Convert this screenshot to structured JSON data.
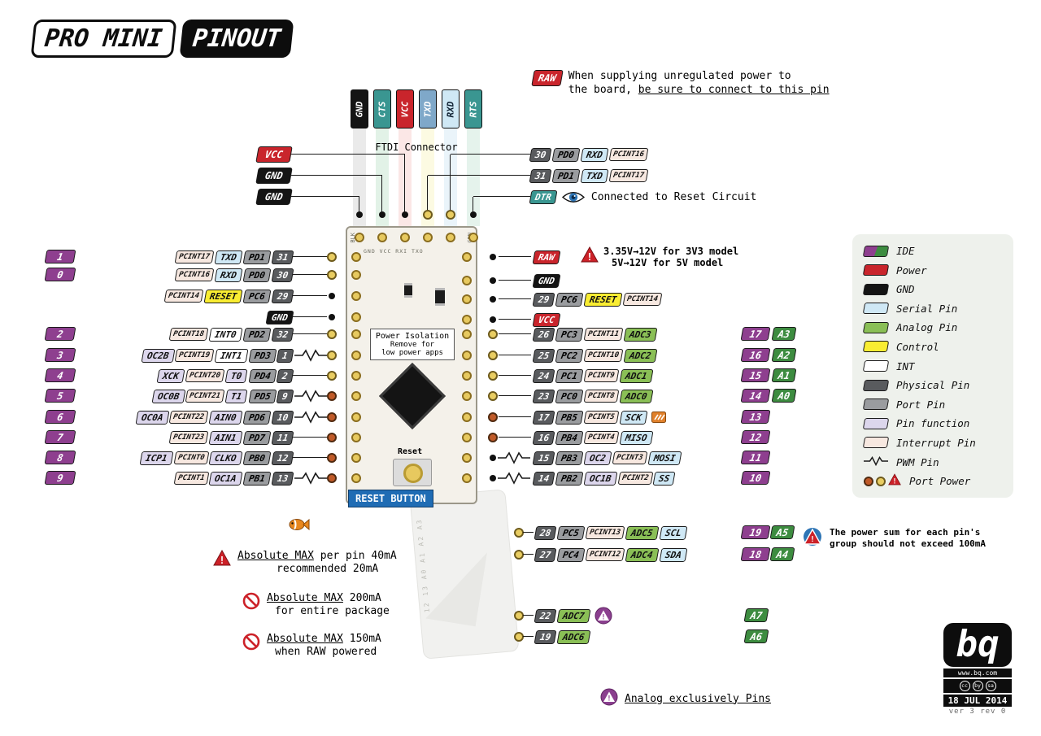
{
  "title": {
    "left": "PRO MINI",
    "right": "PINOUT"
  },
  "colors": {
    "ide": "#8e3f8f",
    "abadge": "#3d8c40",
    "power": "#c9252c",
    "gnd": "#141414",
    "serial": "#cfe8f5",
    "analog": "#8abf56",
    "control": "#f9ed32",
    "int": "#ffffff",
    "phys": "#595b5e",
    "port": "#9a9c9f",
    "func": "#dcd6ec",
    "pcint": "#f7e8e0",
    "teal": "#3a9691",
    "steel": "#7fa8c9",
    "gold_pad": "#e7c95f",
    "orange_pad": "#c05a28",
    "board": "#f4f1ea",
    "legend_bg": "#eef1ec",
    "reset_blue": "#1f6cb4"
  },
  "raw_note": {
    "badge": "RAW",
    "line1": "When supplying unregulated power to",
    "line2_pre": "the board, ",
    "line2_underline": "be sure to connect to this pin"
  },
  "ftdi": {
    "connector_label": "FTDI Connector",
    "pins": [
      {
        "label": "GND",
        "type": "gnd"
      },
      {
        "label": "CTS",
        "type": "teal"
      },
      {
        "label": "VCC",
        "type": "power"
      },
      {
        "label": "TXD",
        "type": "steel"
      },
      {
        "label": "RXD",
        "type": "serial"
      },
      {
        "label": "RTS",
        "type": "teal"
      }
    ],
    "left_labels": [
      {
        "label": "VCC",
        "type": "power"
      },
      {
        "label": "GND",
        "type": "gnd"
      },
      {
        "label": "GND",
        "type": "gnd"
      }
    ],
    "right_rows": [
      {
        "tags": [
          {
            "t": "phys",
            "x": "30"
          },
          {
            "t": "port",
            "x": "PD0"
          },
          {
            "t": "serial",
            "x": "RXD"
          },
          {
            "t": "pcint",
            "x": "PCINT16"
          }
        ]
      },
      {
        "tags": [
          {
            "t": "phys",
            "x": "31"
          },
          {
            "t": "port",
            "x": "PD1"
          },
          {
            "t": "serial",
            "x": "TXD"
          },
          {
            "t": "pcint",
            "x": "PCINT17"
          }
        ]
      },
      {
        "tags": [
          {
            "t": "teal",
            "x": "DTR"
          }
        ],
        "icon": "eye-icon",
        "note": "Connected to Reset Circuit"
      }
    ]
  },
  "left_rows": [
    {
      "ide": "1",
      "tags": [
        {
          "t": "pcint",
          "x": "PCINT17"
        },
        {
          "t": "serial",
          "x": "TXD"
        },
        {
          "t": "port",
          "x": "PD1"
        },
        {
          "t": "phys",
          "x": "31"
        }
      ],
      "dot": "gold"
    },
    {
      "ide": "0",
      "tags": [
        {
          "t": "pcint",
          "x": "PCINT16"
        },
        {
          "t": "serial",
          "x": "RXD"
        },
        {
          "t": "port",
          "x": "PD0"
        },
        {
          "t": "phys",
          "x": "30"
        }
      ],
      "dot": "gold"
    },
    {
      "tags": [
        {
          "t": "pcint",
          "x": "PCINT14"
        },
        {
          "t": "control",
          "x": "RESET"
        },
        {
          "t": "port",
          "x": "PC6"
        },
        {
          "t": "phys",
          "x": "29"
        }
      ],
      "dot": "black"
    },
    {
      "tags": [
        {
          "t": "gnd",
          "x": "GND"
        }
      ],
      "dot": "black"
    },
    {
      "ide": "2",
      "tags": [
        {
          "t": "pcint",
          "x": "PCINT18"
        },
        {
          "t": "int",
          "x": "INT0"
        },
        {
          "t": "port",
          "x": "PD2"
        },
        {
          "t": "phys",
          "x": "32"
        }
      ],
      "dot": "gold"
    },
    {
      "ide": "3",
      "tags": [
        {
          "t": "func",
          "x": "OC2B"
        },
        {
          "t": "pcint",
          "x": "PCINT19"
        },
        {
          "t": "int",
          "x": "INT1"
        },
        {
          "t": "port",
          "x": "PD3"
        },
        {
          "t": "phys",
          "x": "1"
        }
      ],
      "pwm": true,
      "dot": "gold"
    },
    {
      "ide": "4",
      "tags": [
        {
          "t": "func",
          "x": "XCK"
        },
        {
          "t": "pcint",
          "x": "PCINT20"
        },
        {
          "t": "func",
          "x": "T0"
        },
        {
          "t": "port",
          "x": "PD4"
        },
        {
          "t": "phys",
          "x": "2"
        }
      ],
      "dot": "gold"
    },
    {
      "ide": "5",
      "tags": [
        {
          "t": "func",
          "x": "OC0B"
        },
        {
          "t": "pcint",
          "x": "PCINT21"
        },
        {
          "t": "func",
          "x": "T1"
        },
        {
          "t": "port",
          "x": "PD5"
        },
        {
          "t": "phys",
          "x": "9"
        }
      ],
      "pwm": true,
      "dot": "orange"
    },
    {
      "ide": "6",
      "tags": [
        {
          "t": "func",
          "x": "OC0A"
        },
        {
          "t": "pcint",
          "x": "PCINT22"
        },
        {
          "t": "func",
          "x": "AIN0"
        },
        {
          "t": "port",
          "x": "PD6"
        },
        {
          "t": "phys",
          "x": "10"
        }
      ],
      "pwm": true,
      "dot": "orange"
    },
    {
      "ide": "7",
      "tags": [
        {
          "t": "pcint",
          "x": "PCINT23"
        },
        {
          "t": "func",
          "x": "AIN1"
        },
        {
          "t": "port",
          "x": "PD7"
        },
        {
          "t": "phys",
          "x": "11"
        }
      ],
      "dot": "orange"
    },
    {
      "ide": "8",
      "tags": [
        {
          "t": "func",
          "x": "ICP1"
        },
        {
          "t": "pcint",
          "x": "PCINT0"
        },
        {
          "t": "func",
          "x": "CLKO"
        },
        {
          "t": "port",
          "x": "PB0"
        },
        {
          "t": "phys",
          "x": "12"
        }
      ],
      "dot": "orange"
    },
    {
      "ide": "9",
      "tags": [
        {
          "t": "pcint",
          "x": "PCINT1"
        },
        {
          "t": "func",
          "x": "OC1A"
        },
        {
          "t": "port",
          "x": "PB1"
        },
        {
          "t": "phys",
          "x": "13"
        }
      ],
      "pwm": true,
      "dot": "orange"
    }
  ],
  "right_rows": [
    {
      "tags": [
        {
          "t": "power",
          "x": "RAW"
        }
      ],
      "dot": "black",
      "warn": {
        "line1": "3.35V→12V for 3V3 model",
        "line2": "5V→12V for  5V model"
      }
    },
    {
      "tags": [
        {
          "t": "gnd",
          "x": "GND"
        }
      ],
      "dot": "black"
    },
    {
      "tags": [
        {
          "t": "phys",
          "x": "29"
        },
        {
          "t": "port",
          "x": "PC6"
        },
        {
          "t": "control",
          "x": "RESET"
        },
        {
          "t": "pcint",
          "x": "PCINT14"
        }
      ],
      "dot": "black"
    },
    {
      "tags": [
        {
          "t": "power",
          "x": "VCC"
        }
      ],
      "dot": "black"
    },
    {
      "tags": [
        {
          "t": "phys",
          "x": "26"
        },
        {
          "t": "port",
          "x": "PC3"
        },
        {
          "t": "pcint",
          "x": "PCINT11"
        },
        {
          "t": "analog",
          "x": "ADC3"
        }
      ],
      "dot": "gold",
      "num": "17",
      "a": "A3"
    },
    {
      "tags": [
        {
          "t": "phys",
          "x": "25"
        },
        {
          "t": "port",
          "x": "PC2"
        },
        {
          "t": "pcint",
          "x": "PCINT10"
        },
        {
          "t": "analog",
          "x": "ADC2"
        }
      ],
      "dot": "gold",
      "num": "16",
      "a": "A2"
    },
    {
      "tags": [
        {
          "t": "phys",
          "x": "24"
        },
        {
          "t": "port",
          "x": "PC1"
        },
        {
          "t": "pcint",
          "x": "PCINT9"
        },
        {
          "t": "analog",
          "x": "ADC1"
        }
      ],
      "dot": "gold",
      "num": "15",
      "a": "A1"
    },
    {
      "tags": [
        {
          "t": "phys",
          "x": "23"
        },
        {
          "t": "port",
          "x": "PC0"
        },
        {
          "t": "pcint",
          "x": "PCINT8"
        },
        {
          "t": "analog",
          "x": "ADC0"
        }
      ],
      "dot": "gold",
      "num": "14",
      "a": "A0"
    },
    {
      "tags": [
        {
          "t": "phys",
          "x": "17"
        },
        {
          "t": "port",
          "x": "PB5"
        },
        {
          "t": "pcint",
          "x": "PCINT5"
        },
        {
          "t": "serial",
          "x": "SCK"
        }
      ],
      "icon": "clock-icon",
      "dot": "orange",
      "num": "13"
    },
    {
      "tags": [
        {
          "t": "phys",
          "x": "16"
        },
        {
          "t": "port",
          "x": "PB4"
        },
        {
          "t": "pcint",
          "x": "PCINT4"
        },
        {
          "t": "serial",
          "x": "MISO"
        }
      ],
      "dot": "orange",
      "num": "12"
    },
    {
      "tags": [
        {
          "t": "phys",
          "x": "15"
        },
        {
          "t": "port",
          "x": "PB3"
        },
        {
          "t": "func",
          "x": "OC2"
        },
        {
          "t": "pcint",
          "x": "PCINT3"
        },
        {
          "t": "serial",
          "x": "MOSI"
        }
      ],
      "pwm": true,
      "dot": "black",
      "num": "11"
    },
    {
      "tags": [
        {
          "t": "phys",
          "x": "14"
        },
        {
          "t": "port",
          "x": "PB2"
        },
        {
          "t": "func",
          "x": "OC1B"
        },
        {
          "t": "pcint",
          "x": "PCINT2"
        },
        {
          "t": "serial",
          "x": "SS"
        }
      ],
      "pwm": true,
      "dot": "black",
      "num": "10"
    }
  ],
  "bottom_rows": [
    {
      "tags": [
        {
          "t": "phys",
          "x": "28"
        },
        {
          "t": "port",
          "x": "PC5"
        },
        {
          "t": "pcint",
          "x": "PCINT13"
        },
        {
          "t": "analog",
          "x": "ADC5"
        },
        {
          "t": "serial",
          "x": "SCL"
        }
      ],
      "dot": "gold",
      "num": "19",
      "a": "A5"
    },
    {
      "tags": [
        {
          "t": "phys",
          "x": "27"
        },
        {
          "t": "port",
          "x": "PC4"
        },
        {
          "t": "pcint",
          "x": "PCINT12"
        },
        {
          "t": "analog",
          "x": "ADC4"
        },
        {
          "t": "serial",
          "x": "SDA"
        }
      ],
      "dot": "gold",
      "num": "18",
      "a": "A4"
    },
    {
      "tags": [
        {
          "t": "phys",
          "x": "22"
        },
        {
          "t": "analog",
          "x": "ADC7"
        }
      ],
      "icon": "analog-warning",
      "dot": "gold",
      "a": "A7"
    },
    {
      "tags": [
        {
          "t": "phys",
          "x": "19"
        },
        {
          "t": "analog",
          "x": "ADC6"
        }
      ],
      "dot": "gold",
      "a": "A6"
    }
  ],
  "board": {
    "silk_top_left": "BLK",
    "silk_top_right": "GRN",
    "silk_top_row": "GND VCC RXI TXO",
    "isolation": {
      "line1": "Power Isolation",
      "line2": "Remove for",
      "line3": "low power apps"
    },
    "reset_label": "Reset",
    "reset_button_label": "RESET BUTTON",
    "ghost_silk": "12 13 A0 A1 A2 A3"
  },
  "legend": {
    "items": [
      {
        "label": "IDE",
        "swatch": "ide-split"
      },
      {
        "label": "Power",
        "swatch": "power"
      },
      {
        "label": "GND",
        "swatch": "gnd"
      },
      {
        "label": "Serial Pin",
        "swatch": "serial"
      },
      {
        "label": "Analog Pin",
        "swatch": "analog"
      },
      {
        "label": "Control",
        "swatch": "control"
      },
      {
        "label": "INT",
        "swatch": "int"
      },
      {
        "label": "Physical Pin",
        "swatch": "phys"
      },
      {
        "label": "Port Pin",
        "swatch": "port"
      },
      {
        "label": "Pin function",
        "swatch": "func"
      },
      {
        "label": "Interrupt Pin",
        "swatch": "pcint"
      },
      {
        "label": "PWM Pin",
        "swatch": "pwm"
      },
      {
        "label": "Port Power",
        "swatch": "port-power"
      }
    ]
  },
  "warnings": [
    {
      "icon": "warning-triangle",
      "underline": "Absolute MAX",
      "line1rest": " per pin 40mA",
      "line2": "recommended 20mA"
    },
    {
      "icon": "no-icon",
      "underline": "Absolute MAX",
      "line1rest": " 200mA",
      "line2": "for entire package"
    },
    {
      "icon": "no-icon",
      "underline": "Absolute MAX",
      "line1rest": " 150mA",
      "line2": "when RAW powered"
    }
  ],
  "notes": {
    "power_sum": {
      "line1": "The power sum for each pin's",
      "line2": "group should not exceed 100mA"
    },
    "analog_exclusive": {
      "text": "Analog exclusively Pins"
    }
  },
  "footer": {
    "logo": "bq",
    "url": "www.bq.com",
    "cc": [
      "cc",
      "by",
      "sa"
    ],
    "date": "18 JUL 2014",
    "version": "ver 3 rev 0"
  }
}
